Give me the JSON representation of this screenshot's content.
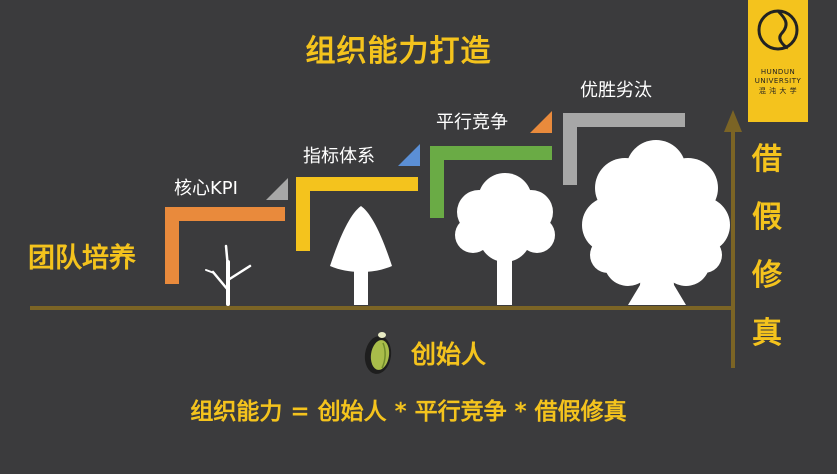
{
  "title": "组织能力打造",
  "logo": {
    "line1": "HUNDUN",
    "line2": "UNIVERSITY",
    "line3": "混 沌 大 学"
  },
  "steps": [
    {
      "label": "核心KPI",
      "color": "#e98a3c"
    },
    {
      "label": "指标体系",
      "color": "#f4c31d"
    },
    {
      "label": "平行竞争",
      "color": "#6aab45"
    },
    {
      "label": "优胜劣汰",
      "color": "#a7a7a7"
    }
  ],
  "left_label": "团队培养",
  "founder_label": "创始人",
  "side_chars": [
    "借",
    "假",
    "修",
    "真"
  ],
  "formula": "组织能力 = 创始人 * 平行竞争 * 借假修真",
  "colors": {
    "background": "#3b3b3d",
    "accent": "#f4c31d",
    "baseline": "#7b6425",
    "tree": "#ffffff"
  }
}
